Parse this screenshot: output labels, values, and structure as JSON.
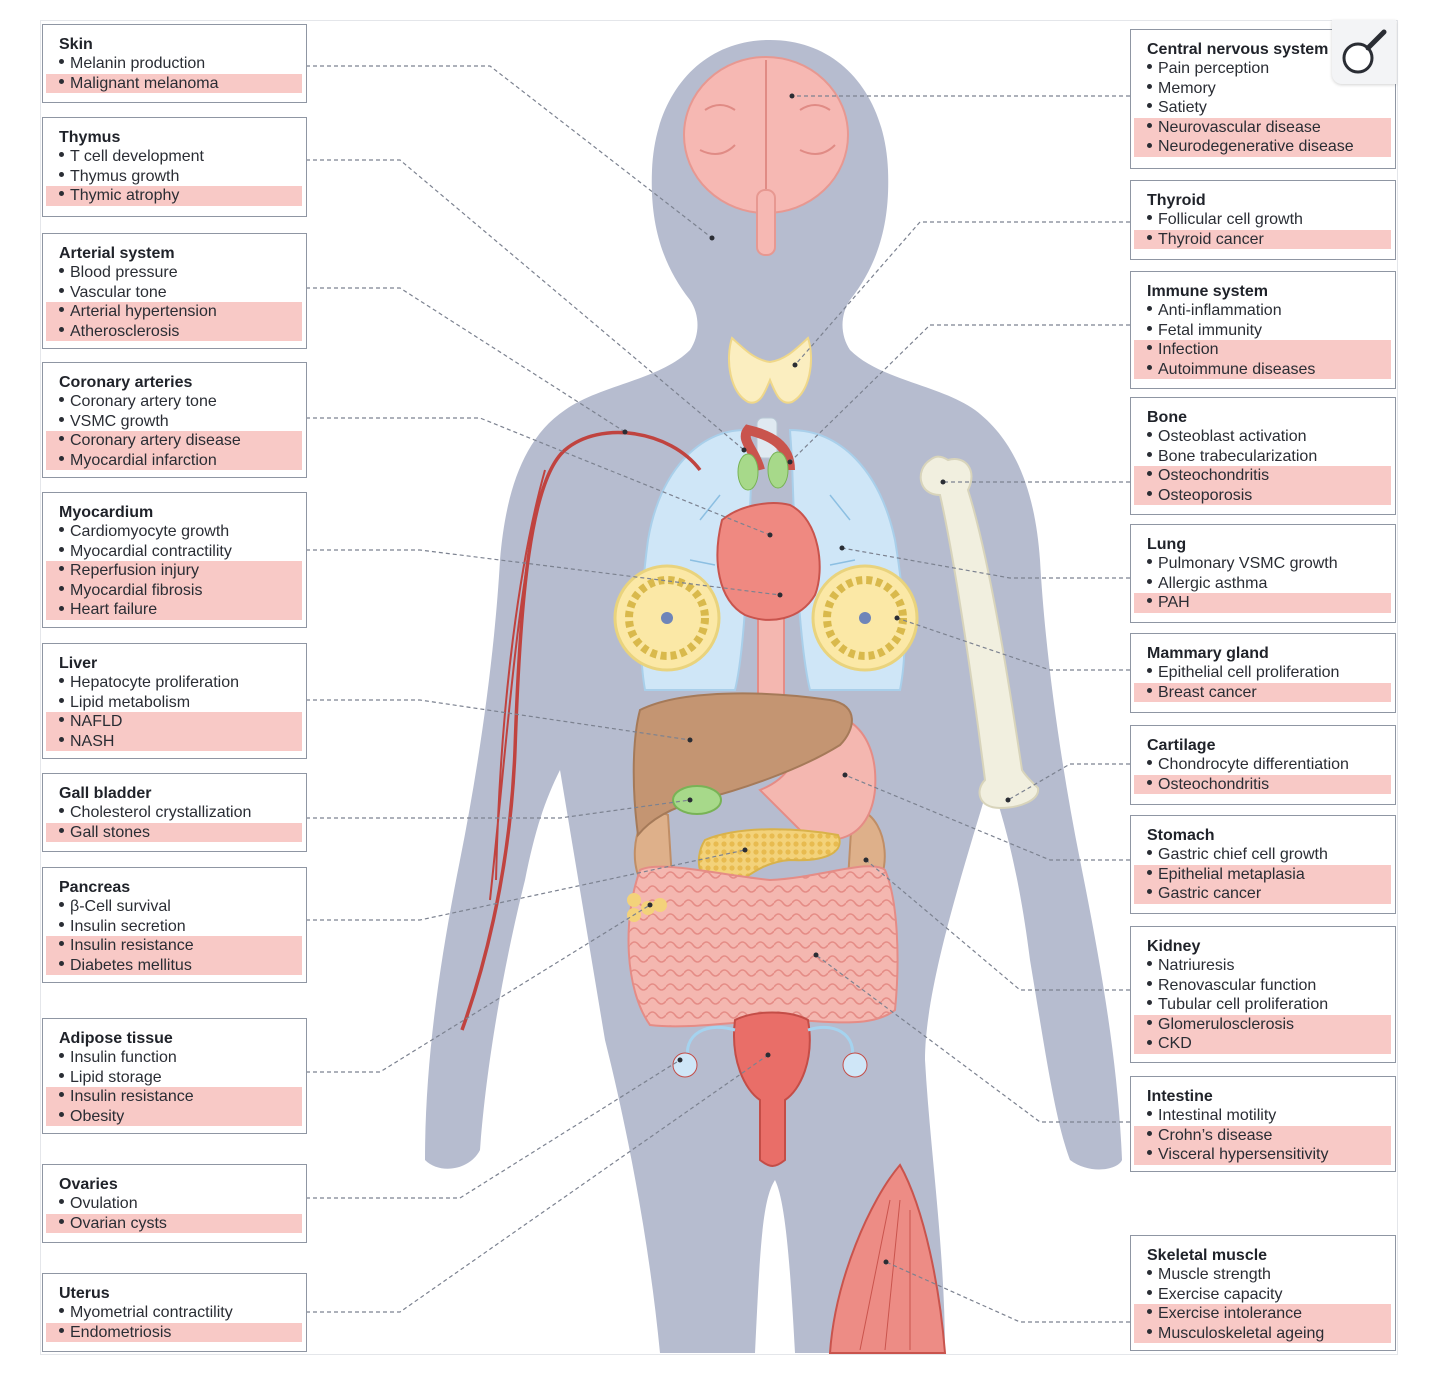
{
  "colors": {
    "body_silhouette": "#b6bccf",
    "highlight": "#f8c9c6",
    "box_border": "#8f96a3",
    "leader_line": "#7c8290"
  },
  "toolbar": {
    "zoom_icon": "magnifier-icon"
  },
  "left_boxes": [
    {
      "key": "skin",
      "title": "Skin",
      "functions": [
        "Melanin production"
      ],
      "diseases": [
        "Malignant melanoma"
      ]
    },
    {
      "key": "thymus",
      "title": "Thymus",
      "functions": [
        "T cell development",
        "Thymus growth"
      ],
      "diseases": [
        "Thymic atrophy"
      ]
    },
    {
      "key": "arterial-system",
      "title": "Arterial system",
      "functions": [
        "Blood pressure",
        "Vascular tone"
      ],
      "diseases": [
        "Arterial hypertension",
        "Atherosclerosis"
      ]
    },
    {
      "key": "coronary-arteries",
      "title": "Coronary arteries",
      "functions": [
        "Coronary artery tone",
        "VSMC growth"
      ],
      "diseases": [
        "Coronary artery disease",
        "Myocardial infarction"
      ]
    },
    {
      "key": "myocardium",
      "title": "Myocardium",
      "functions": [
        "Cardiomyocyte growth",
        "Myocardial contractility"
      ],
      "diseases": [
        "Reperfusion injury",
        "Myocardial fibrosis",
        "Heart failure"
      ]
    },
    {
      "key": "liver",
      "title": "Liver",
      "functions": [
        "Hepatocyte proliferation",
        "Lipid metabolism"
      ],
      "diseases": [
        "NAFLD",
        "NASH"
      ]
    },
    {
      "key": "gall-bladder",
      "title": "Gall bladder",
      "functions": [
        "Cholesterol crystallization"
      ],
      "diseases": [
        "Gall stones"
      ]
    },
    {
      "key": "pancreas",
      "title": "Pancreas",
      "functions": [
        "β-Cell survival",
        "Insulin secretion"
      ],
      "diseases": [
        "Insulin resistance",
        "Diabetes mellitus"
      ]
    },
    {
      "key": "adipose-tissue",
      "title": "Adipose tissue",
      "functions": [
        "Insulin function",
        "Lipid storage"
      ],
      "diseases": [
        "Insulin resistance",
        "Obesity"
      ]
    },
    {
      "key": "ovaries",
      "title": "Ovaries",
      "functions": [
        "Ovulation"
      ],
      "diseases": [
        "Ovarian cysts"
      ]
    },
    {
      "key": "uterus",
      "title": "Uterus",
      "functions": [
        "Myometrial contractility"
      ],
      "diseases": [
        "Endometriosis"
      ]
    }
  ],
  "right_boxes": [
    {
      "key": "central-nervous-system",
      "title": "Central nervous system",
      "functions": [
        "Pain perception",
        "Memory",
        "Satiety"
      ],
      "diseases": [
        "Neurovascular disease",
        "Neurodegenerative disease"
      ]
    },
    {
      "key": "thyroid",
      "title": "Thyroid",
      "functions": [
        "Follicular cell growth"
      ],
      "diseases": [
        "Thyroid cancer"
      ]
    },
    {
      "key": "immune-system",
      "title": "Immune system",
      "functions": [
        "Anti-inflammation",
        "Fetal immunity"
      ],
      "diseases": [
        "Infection",
        "Autoimmune diseases"
      ]
    },
    {
      "key": "bone",
      "title": "Bone",
      "functions": [
        "Osteoblast activation",
        "Bone trabecularization"
      ],
      "diseases": [
        "Osteochondritis",
        "Osteoporosis"
      ]
    },
    {
      "key": "lung",
      "title": "Lung",
      "functions": [
        "Pulmonary VSMC growth",
        "Allergic asthma"
      ],
      "diseases": [
        "PAH"
      ]
    },
    {
      "key": "mammary-gland",
      "title": "Mammary gland",
      "functions": [
        "Epithelial cell proliferation"
      ],
      "diseases": [
        "Breast cancer"
      ]
    },
    {
      "key": "cartilage",
      "title": "Cartilage",
      "functions": [
        "Chondrocyte differentiation"
      ],
      "diseases": [
        "Osteochondritis"
      ]
    },
    {
      "key": "stomach",
      "title": "Stomach",
      "functions": [
        "Gastric chief cell growth"
      ],
      "diseases": [
        "Epithelial metaplasia",
        "Gastric cancer"
      ]
    },
    {
      "key": "kidney",
      "title": "Kidney",
      "functions": [
        "Natriuresis",
        "Renovascular function",
        "Tubular cell proliferation"
      ],
      "diseases": [
        "Glomerulosclerosis",
        "CKD"
      ]
    },
    {
      "key": "intestine",
      "title": "Intestine",
      "functions": [
        "Intestinal motility"
      ],
      "diseases": [
        "Crohn’s  disease",
        "Visceral hypersensitivity"
      ]
    },
    {
      "key": "skeletal-muscle",
      "title": "Skeletal muscle",
      "functions": [
        "Muscle strength",
        "Exercise capacity"
      ],
      "diseases": [
        "Exercise intolerance",
        "Musculoskeletal ageing"
      ]
    }
  ]
}
